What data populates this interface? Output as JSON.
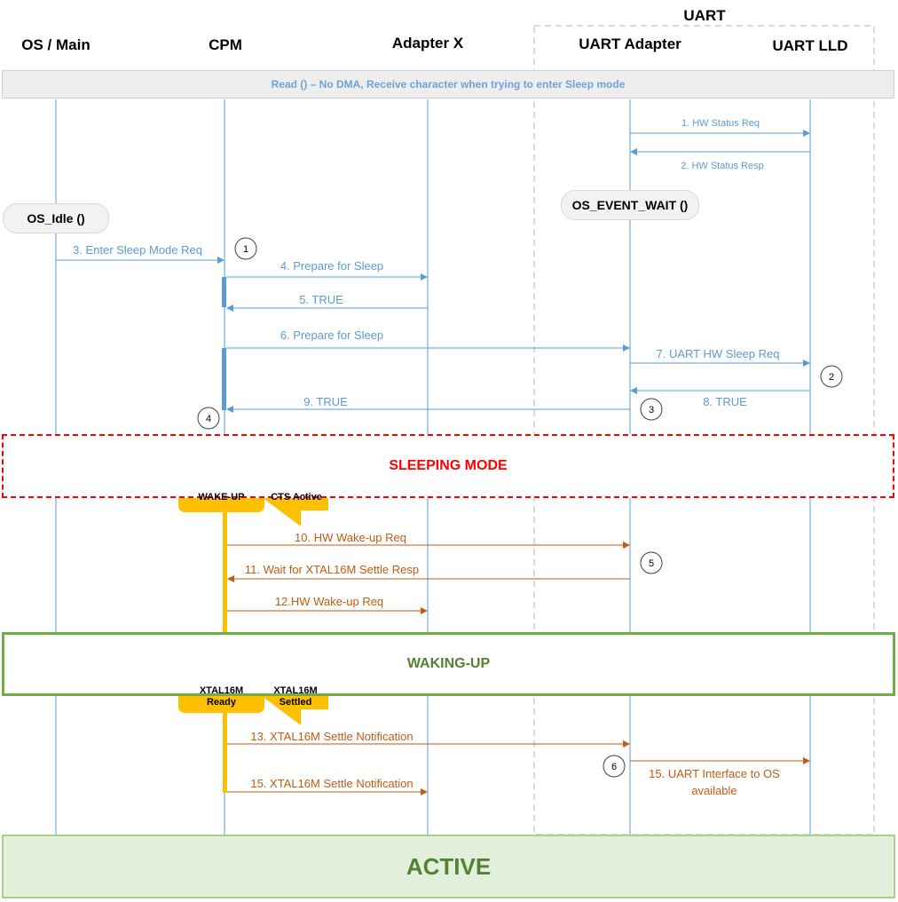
{
  "lanes": {
    "os_main": "OS / Main",
    "cpm": "CPM",
    "adapter_x": "Adapter X",
    "uart_group": "UART",
    "uart_adapter": "UART Adapter",
    "uart_lld": "UART LLD"
  },
  "banner": "Read () – No DMA, Receive character when trying to enter Sleep mode",
  "notes": {
    "os_idle": "OS_Idle ()",
    "os_event_wait": "OS_EVENT_WAIT ()"
  },
  "states": {
    "sleeping": "SLEEPING MODE",
    "waking": "WAKING-UP",
    "active": "ACTIVE"
  },
  "events": {
    "wake_up": "WAKE-UP",
    "cts_active": "CTS Active",
    "xtal_ready_1": "XTAL16M",
    "xtal_ready_2": "Ready",
    "xtal_settled_1": "XTAL16M",
    "xtal_settled_2": "Settled"
  },
  "messages": {
    "m1": "1. HW Status Req",
    "m2": "2. HW Status Resp",
    "m3": "3. Enter Sleep Mode Req",
    "m4": "4. Prepare for Sleep",
    "m5": "5. TRUE",
    "m6": "6. Prepare for Sleep",
    "m7": "7. UART HW Sleep Req",
    "m8": "8. TRUE",
    "m9": "9. TRUE",
    "m10": "10. HW Wake-up Req",
    "m11": "11. Wait for XTAL16M Settle Resp",
    "m12": "12.HW Wake-up Req",
    "m13": "13. XTAL16M Settle Notification",
    "m15": "15. XTAL16M Settle Notification",
    "m15b_1": "15. UART Interface to OS",
    "m15b_2": "available"
  },
  "steps": [
    "1",
    "2",
    "3",
    "4",
    "5",
    "6"
  ],
  "colors": {
    "blue": "#5b9bd5",
    "orange": "#c55a11",
    "yellow": "#ffc000",
    "red": "#ff0000",
    "green": "#70ad47",
    "green_text": "#548235",
    "active_bg": "#e2efda",
    "grey": "#d9d9d9"
  }
}
